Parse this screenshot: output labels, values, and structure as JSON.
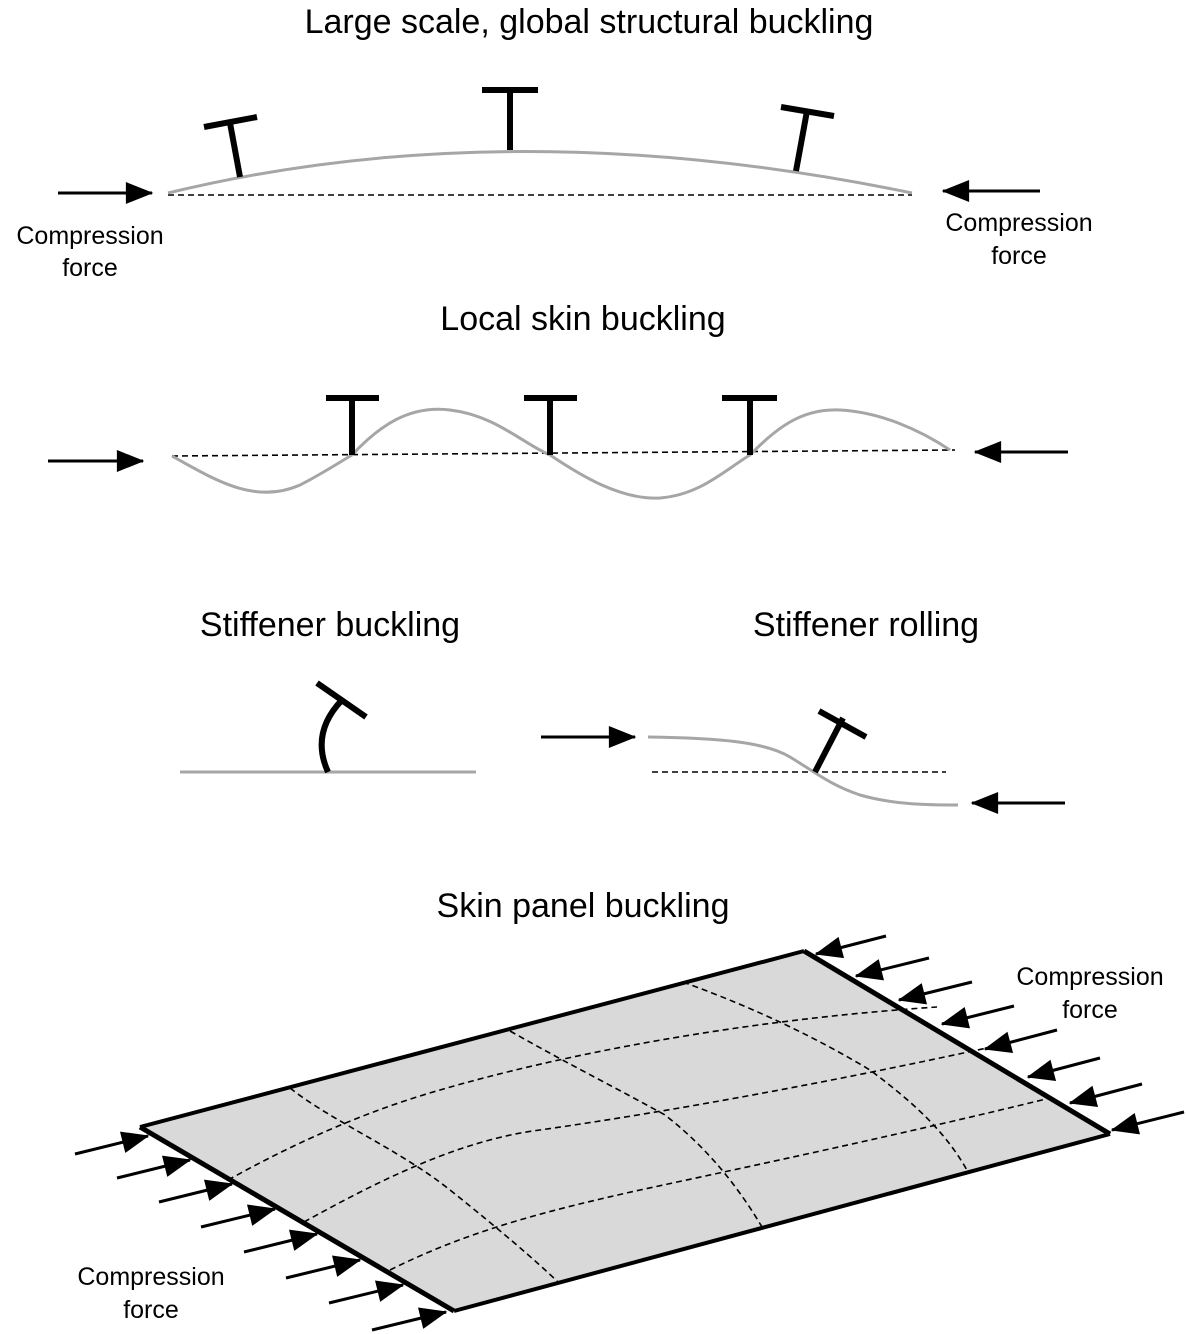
{
  "colors": {
    "skin": "#a6a6a6",
    "panel_fill": "#d9d9d9",
    "ink": "#000000"
  },
  "sections": {
    "global": {
      "title": "Large scale, global structural buckling",
      "left_label_line1": "Compression",
      "left_label_line2": "force",
      "right_label_line1": "Compression",
      "right_label_line2": "force"
    },
    "local": {
      "title": "Local skin buckling"
    },
    "stiffener_buckling": {
      "title": "Stiffener buckling"
    },
    "stiffener_rolling": {
      "title": "Stiffener rolling"
    },
    "panel": {
      "title": "Skin panel buckling",
      "right_label_line1": "Compression",
      "right_label_line2": "force",
      "left_label_line1": "Compression",
      "left_label_line2": "force"
    }
  }
}
